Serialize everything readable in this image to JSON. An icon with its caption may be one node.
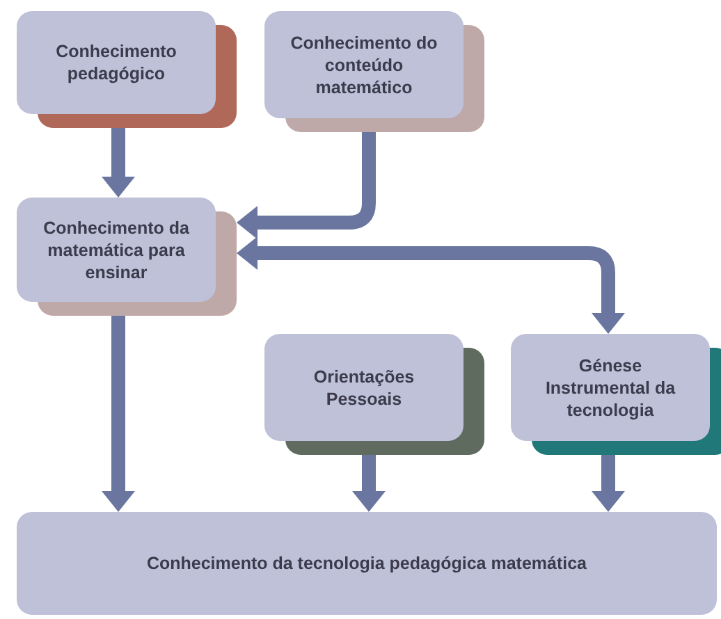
{
  "diagram": {
    "nodes": [
      {
        "text": [
          "Conhecimento pedagógico"
        ]
      },
      {
        "text": [
          "Conhecimento do conteúdo matemático"
        ]
      },
      {
        "text": [
          "Conhecimento da matemática para ensinar"
        ]
      },
      {
        "text": [
          "Orientações Pessoais"
        ]
      },
      {
        "text": [
          "Génese Instrumental da tecnologia"
        ]
      },
      {
        "text": [
          "Conhecimento da tecnologia pedagógica matemática"
        ]
      }
    ],
    "edges": [
      {
        "from": 0,
        "to": 2,
        "arrow": "to"
      },
      {
        "from": 1,
        "to": 2,
        "arrow": "to"
      },
      {
        "from": 2,
        "to": 4,
        "arrow": "both"
      },
      {
        "from": 2,
        "to": 5,
        "arrow": "to"
      },
      {
        "from": 3,
        "to": 5,
        "arrow": "to"
      },
      {
        "from": 4,
        "to": 5,
        "arrow": "to"
      }
    ]
  }
}
